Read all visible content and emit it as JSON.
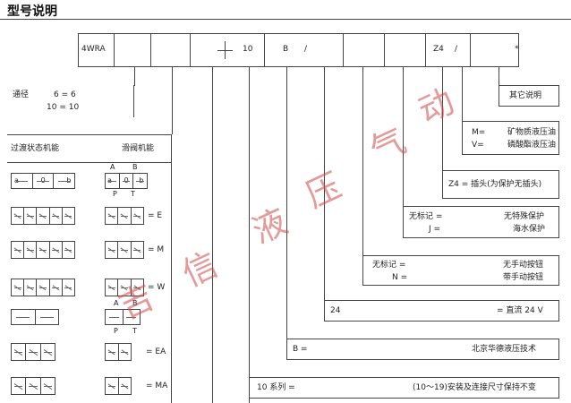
{
  "title": "型号说明",
  "code_row": {
    "cells": [
      "4WRA",
      "10",
      "B",
      "/",
      "Z4",
      "*"
    ],
    "tick": "/"
  },
  "diameter": {
    "label": "通径",
    "lines": [
      "6 = 6",
      "10 = 10"
    ]
  },
  "functions": {
    "left_header": "过渡状态机能",
    "right_header": "滑阀机能"
  },
  "symbol_labels": [
    "= E",
    "= M",
    "= W",
    "= EA",
    "= MA"
  ],
  "port_letters": [
    "A",
    "B",
    "P",
    "T"
  ],
  "symbol_letters": [
    "a",
    "0",
    "b"
  ],
  "options": {
    "other": "其它说明",
    "oil": {
      "lines": [
        [
          "M=",
          "矿物质液压油"
        ],
        [
          "V=",
          "磷酸酯液压油"
        ]
      ]
    },
    "z4": "Z4 = 插头(为保护无插头)",
    "protect": {
      "lines": [
        [
          "无标记 =",
          "无特殊保护"
        ],
        [
          "J =",
          "海水保护"
        ]
      ]
    },
    "manual": {
      "lines": [
        [
          "无标记 =",
          "无手动按钮"
        ],
        [
          "N =",
          "带手动按钮"
        ]
      ]
    },
    "voltage": [
      "24",
      "= 直流 24 V"
    ],
    "maker": [
      "B =",
      "北京华德液压技术"
    ],
    "series": [
      "10 系列 =",
      "(10～19)安装及连接尺寸保持不变"
    ]
  },
  "watermark": [
    "吉",
    "信",
    "液",
    "压",
    "气",
    "动"
  ]
}
